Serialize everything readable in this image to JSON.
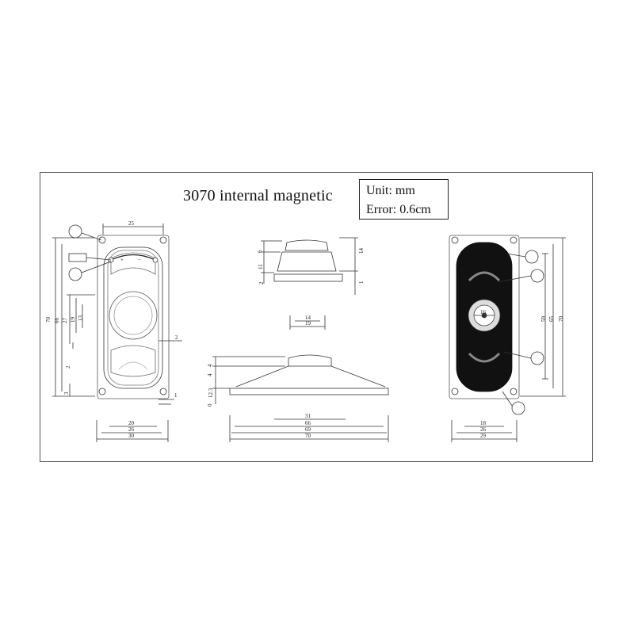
{
  "title": "3070 internal magnetic",
  "unit_label": "Unit: mm",
  "error_label": "Error: 0.6cm",
  "front_view": {
    "top_dim": "25",
    "left_dims": [
      "70",
      "66",
      "27",
      "19",
      "13",
      "2",
      "3"
    ],
    "right_dims": [
      "2",
      "1"
    ],
    "bottom_dims": [
      "20",
      "26",
      "30"
    ],
    "polarity_plus": "+",
    "polarity_minus": "−"
  },
  "side_view": {
    "left_dims": [
      "6",
      "11",
      "2"
    ],
    "right_dims": [
      "14",
      "1"
    ]
  },
  "middle_dims": [
    "14",
    "19"
  ],
  "profile_view": {
    "left_dims": [
      "4",
      "4",
      "12.3",
      "0"
    ],
    "bottom_dims": [
      "31",
      "66",
      "69",
      "70"
    ]
  },
  "back_view": {
    "right_dims": [
      "59",
      "65",
      "70"
    ],
    "bottom_dims": [
      "18",
      "26",
      "29"
    ],
    "center_dim": "16"
  },
  "colors": {
    "line": "#333333",
    "cone": "#111111",
    "frame": "#555555"
  }
}
